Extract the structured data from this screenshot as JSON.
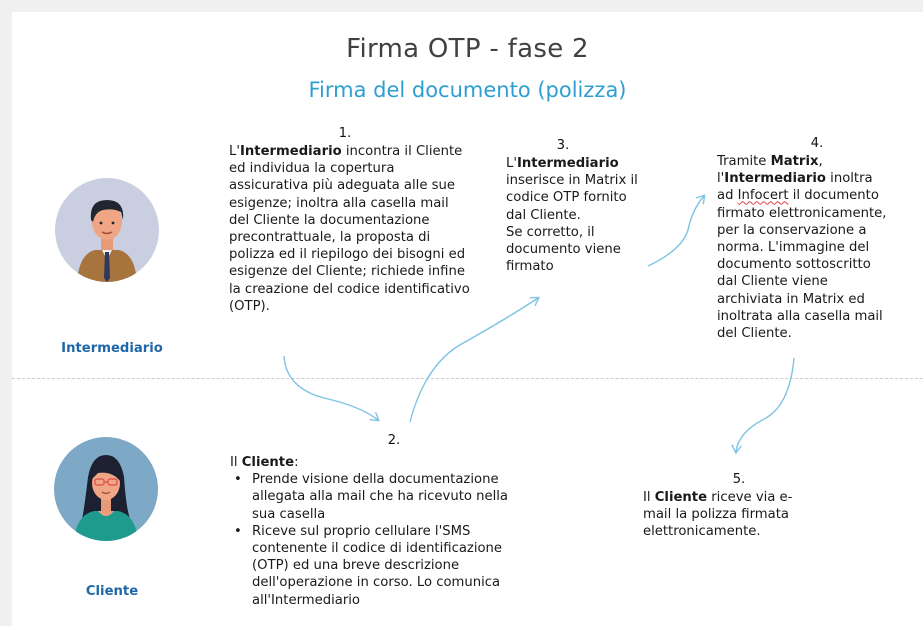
{
  "header": {
    "title": "Firma OTP - fase 2",
    "subtitle": "Firma del documento (polizza)"
  },
  "roles": {
    "intermediary": "Intermediario",
    "client": "Cliente"
  },
  "step1": {
    "number": "1.",
    "prefix": "L'",
    "bold": "Intermediario",
    "body": " incontra il Cliente ed individua la copertura assicurativa più adeguata alle sue esigenze; inoltra alla casella mail del Cliente la documentazione precontrattuale, la proposta di polizza ed il riepilogo dei bisogni ed esigenze del Cliente; richiede infine la creazione del codice identificativo (OTP)."
  },
  "step2": {
    "number": "2.",
    "intro_prefix": "Il ",
    "intro_bold": "Cliente",
    "intro_suffix": ":",
    "bullets": [
      "Prende visione della documentazione allegata alla mail che ha ricevuto nella sua casella",
      "Riceve sul proprio cellulare l'SMS contenente il codice di identificazione (OTP) ed una breve descrizione dell'operazione in corso. Lo comunica all'Intermediario"
    ]
  },
  "step3": {
    "number": "3.",
    "prefix": "L'",
    "bold": "Intermediario",
    "body": " inserisce in Matrix il codice OTP fornito dal Cliente.",
    "body2": "Se corretto, il documento viene firmato"
  },
  "step4": {
    "number": "4.",
    "prefix": "Tramite ",
    "bold1": "Matrix",
    "mid": ", l'",
    "bold2": "Intermediario",
    "after": " inoltra ad ",
    "squiggle": "Infocert",
    "body": " il documento firmato elettronicamente, per la conservazione a norma. L'immagine del documento sottoscritto dal Cliente viene archiviata in Matrix ed inoltrata alla casella mail del Cliente."
  },
  "step5": {
    "number": "5.",
    "prefix": "Il ",
    "bold": "Cliente",
    "body": " riceve via e-mail la polizza firmata elettronicamente."
  },
  "colors": {
    "accent": "#2e9fd0",
    "role_label": "#1f67a6",
    "arrow": "#7ec3e3",
    "avatar_intermediary_bg": "#c9cfe0",
    "avatar_client_bg": "#7ea9c6"
  }
}
